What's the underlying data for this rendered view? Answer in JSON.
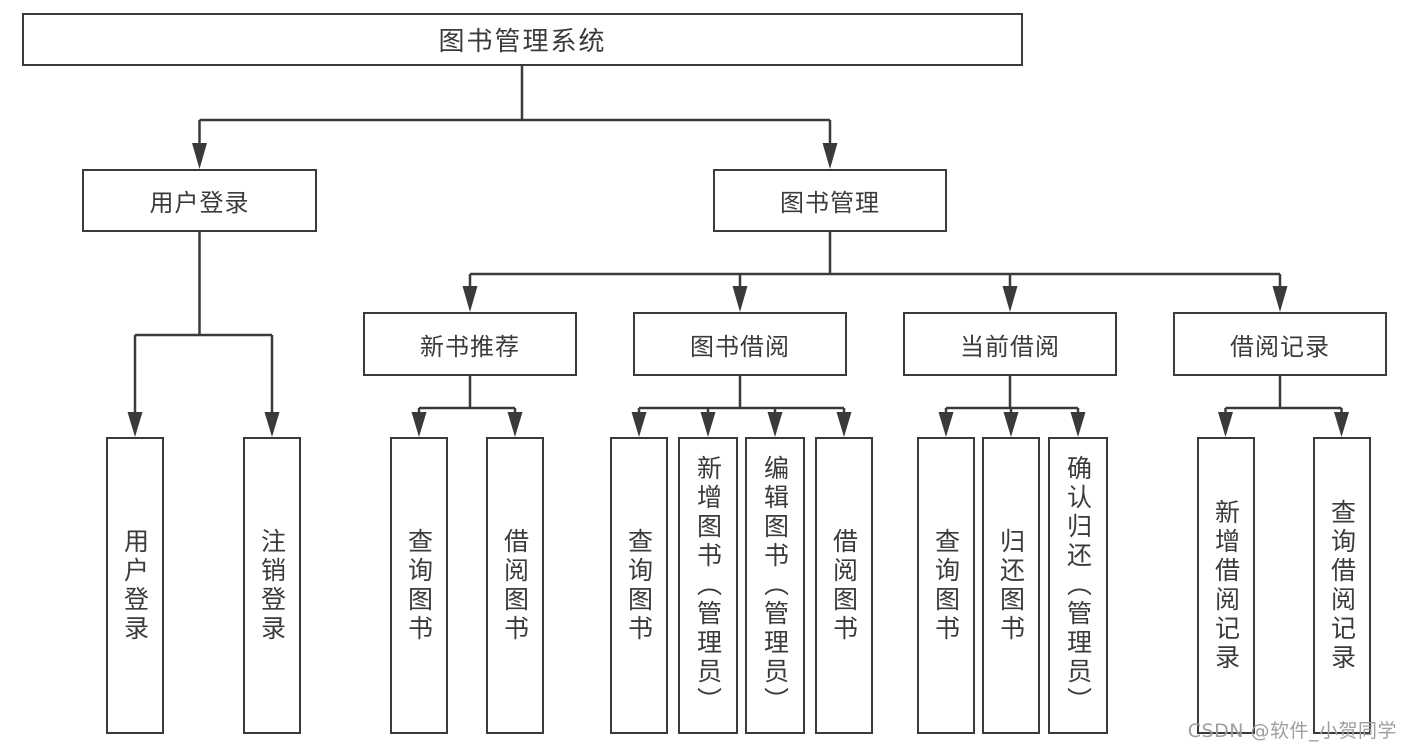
{
  "title": "图书管理系统",
  "watermark": "CSDN @软件_小贺同学",
  "colors": {
    "line": "#3a3a3c",
    "text": "#3b3b3d",
    "watermark": "#9e9ea3",
    "background": "#ffffff"
  },
  "nodes": {
    "root": "图书管理系统",
    "user_login": "用户登录",
    "book_mgmt": "图书管理",
    "new_book_rec": "新书推荐",
    "book_borrow": "图书借阅",
    "current_borrow": "当前借阅",
    "borrow_record": "借阅记录",
    "leaf_user_login": "用户登录",
    "leaf_logout": "注销登录",
    "rec_query_book": "查询图书",
    "rec_borrow_book": "借阅图书",
    "bb_query_book": "查询图书",
    "bb_add_book": "新增图书（管理员）",
    "bb_edit_book": "编辑图书（管理员）",
    "bb_borrow_book": "借阅图书",
    "cb_query_book": "查询图书",
    "cb_return_book": "归还图书",
    "cb_confirm_return": "确认归还（管理员）",
    "br_add_record": "新增借阅记录",
    "br_query_record": "查询借阅记录"
  },
  "hierarchy": {
    "图书管理系统": {
      "用户登录": [
        "用户登录",
        "注销登录"
      ],
      "图书管理": {
        "新书推荐": [
          "查询图书",
          "借阅图书"
        ],
        "图书借阅": [
          "查询图书",
          "新增图书（管理员）",
          "编辑图书（管理员）",
          "借阅图书"
        ],
        "当前借阅": [
          "查询图书",
          "归还图书",
          "确认归还（管理员）"
        ],
        "借阅记录": [
          "新增借阅记录",
          "查询借阅记录"
        ]
      }
    }
  }
}
